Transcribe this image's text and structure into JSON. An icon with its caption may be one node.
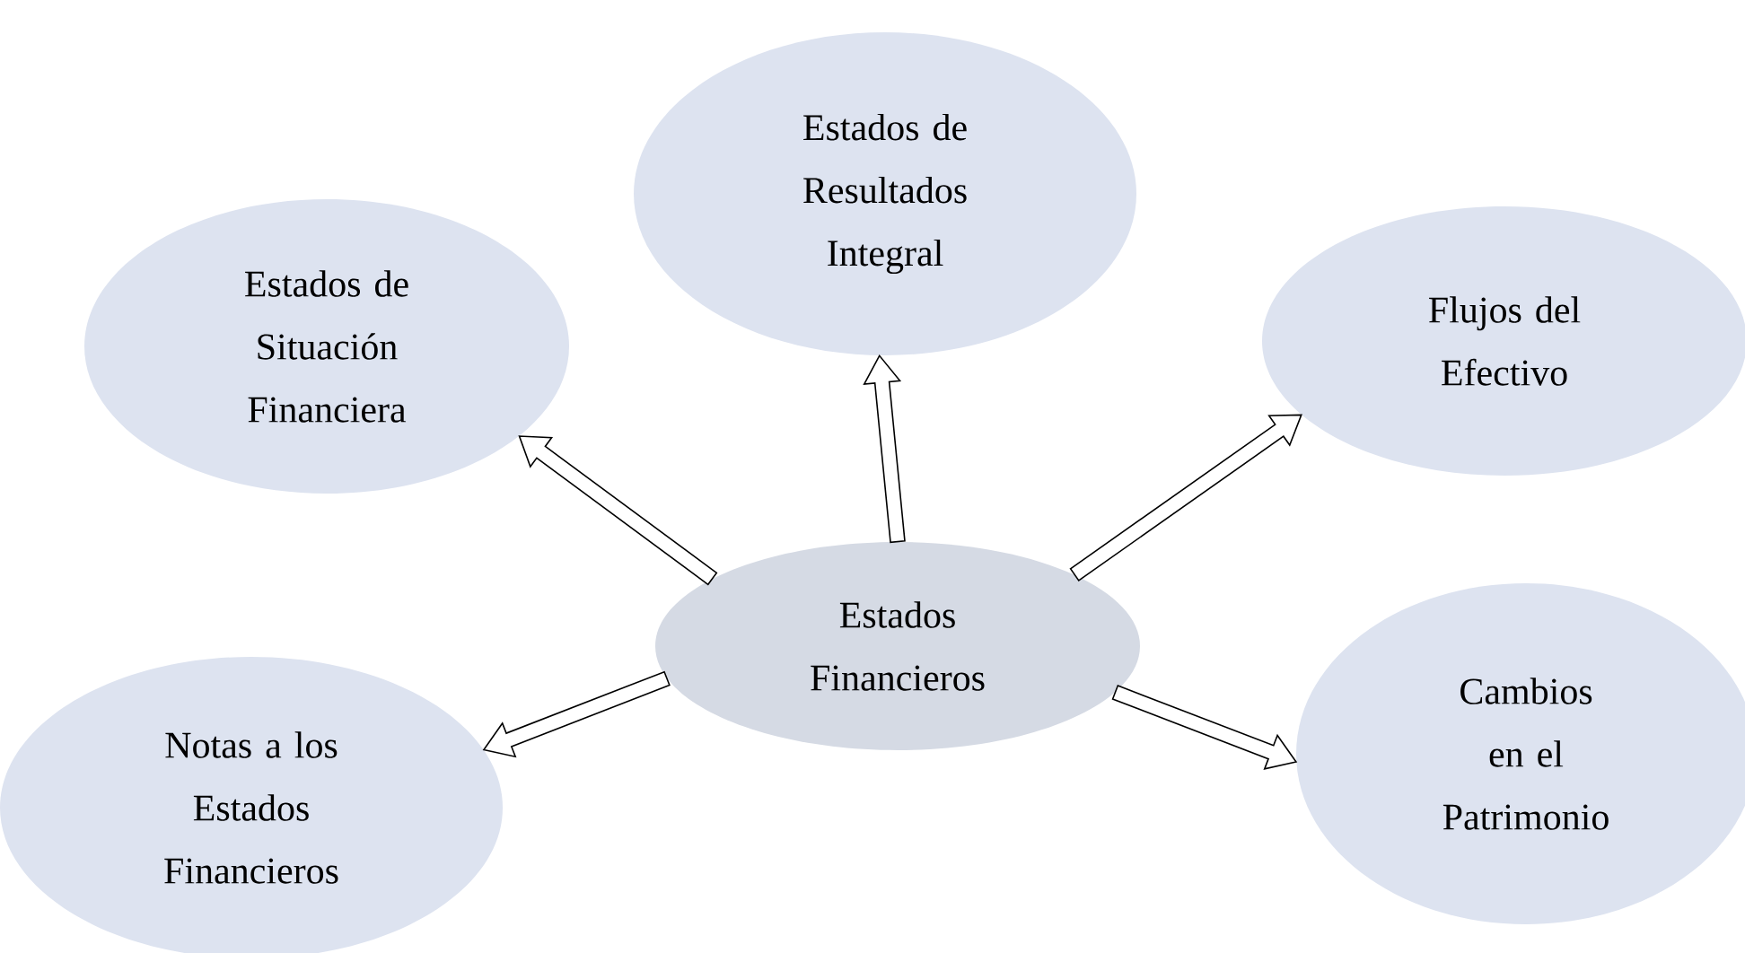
{
  "diagram": {
    "nodes": [
      {
        "text": [
          "Estados de Resultados Integral"
        ]
      },
      {
        "text": [
          "Estados de Situación Financiera"
        ]
      },
      {
        "text": [
          "Flujos del Efectivo"
        ]
      },
      {
        "text": [
          "Estados Financieros"
        ]
      },
      {
        "text": [
          "Notas a los Estados Financieros"
        ]
      },
      {
        "text": [
          "Cambios en el Patrimonio"
        ]
      }
    ],
    "edges": [
      {
        "from": 3,
        "to": 0,
        "arrow": "to"
      },
      {
        "from": 3,
        "to": 1,
        "arrow": "to"
      },
      {
        "from": 3,
        "to": 2,
        "arrow": "to"
      },
      {
        "from": 3,
        "to": 4,
        "arrow": "to"
      },
      {
        "from": 3,
        "to": 5,
        "arrow": "to"
      }
    ]
  }
}
